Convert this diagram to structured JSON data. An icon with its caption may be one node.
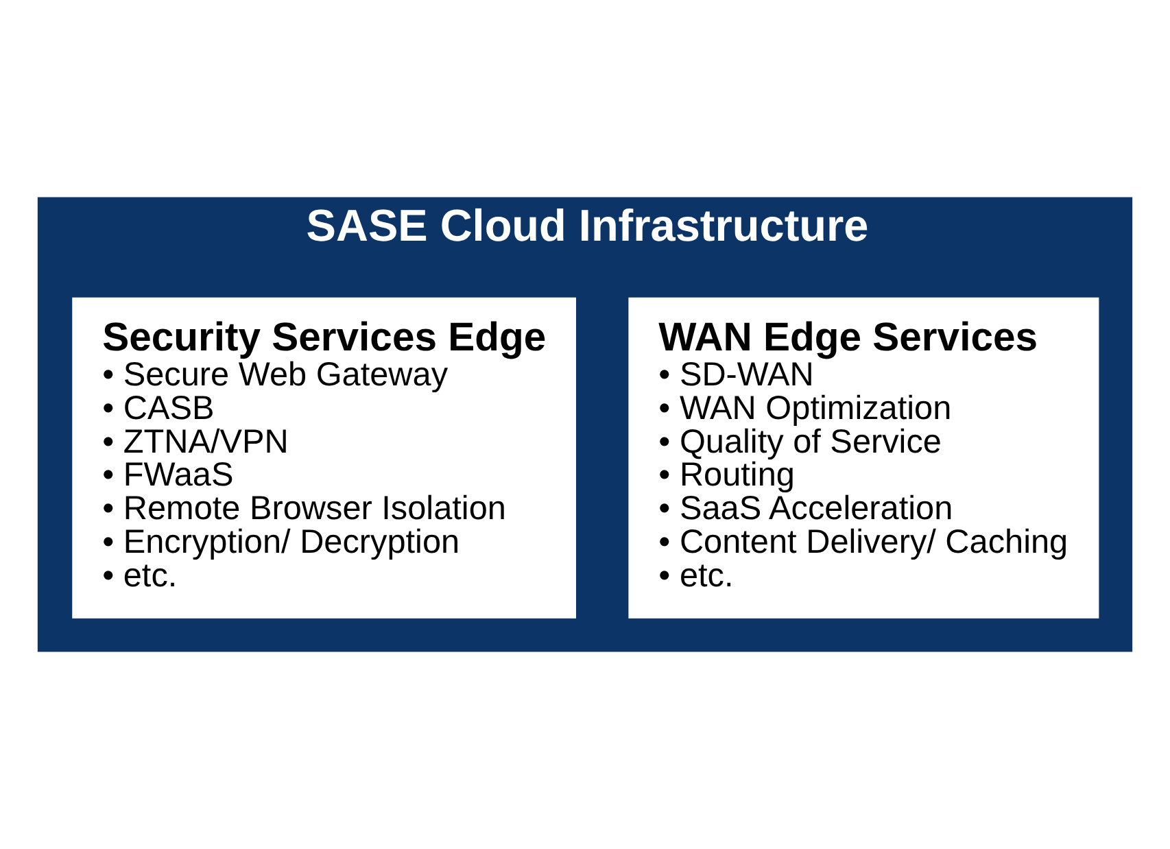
{
  "diagram": {
    "nodes": [
      {
        "text": [
          "SASE Cloud Infrastructure"
        ]
      },
      {
        "text": [
          "WAN Edge Services",
          "• SD-WAN",
          "• WAN Optimization",
          "• Quality of Service",
          "• Routing",
          "• SaaS Acceleration",
          "• Content Delivery/ Caching",
          "• etc."
        ],
        "in": 0
      },
      {
        "text": [
          "Security Services Edge",
          "• Secure Web Gateway",
          "• CASB",
          "• ZTNA/VPN",
          "• FWaaS",
          "• Remote Browser Isolation",
          "• Encryption/ Decryption",
          "• etc."
        ],
        "in": 0
      }
    ],
    "edges": []
  }
}
